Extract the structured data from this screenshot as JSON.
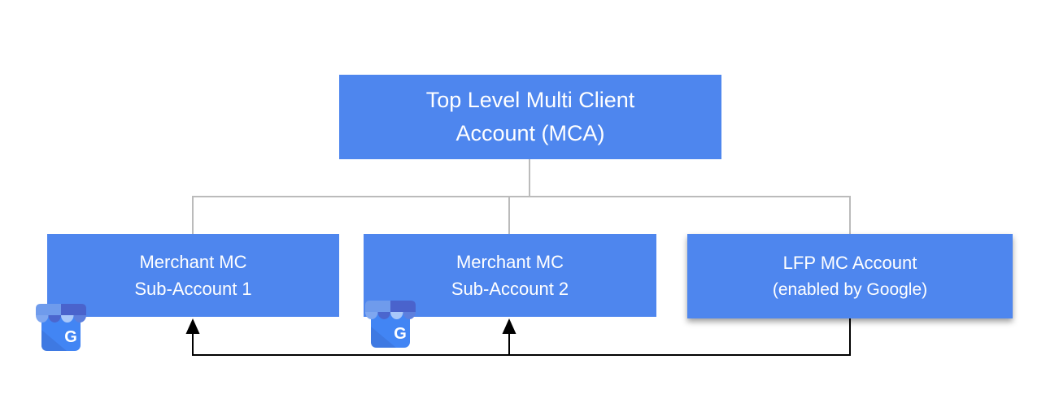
{
  "diagram": {
    "title_hint": "Merchant Center multi-client account hierarchy",
    "root_node": {
      "line1": "Top Level Multi Client",
      "line2": "Account (MCA)"
    },
    "nodes": [
      {
        "line1": "Merchant MC",
        "line2": "Sub-Account 1"
      },
      {
        "line1": "Merchant MC",
        "line2": "Sub-Account 2"
      },
      {
        "line1": "LFP MC Account",
        "line2": "(enabled by Google)"
      }
    ],
    "icons": {
      "business_profile_letter": "G"
    },
    "colors": {
      "node_fill": "#4e86ee",
      "node_text": "#ffffff",
      "tree_line": "#bbbbbb",
      "arrow_line": "#000000",
      "icon_body": "#4285f4",
      "icon_awning_dark": "#4a63cc",
      "icon_awning_light": "#6f9bec"
    }
  }
}
